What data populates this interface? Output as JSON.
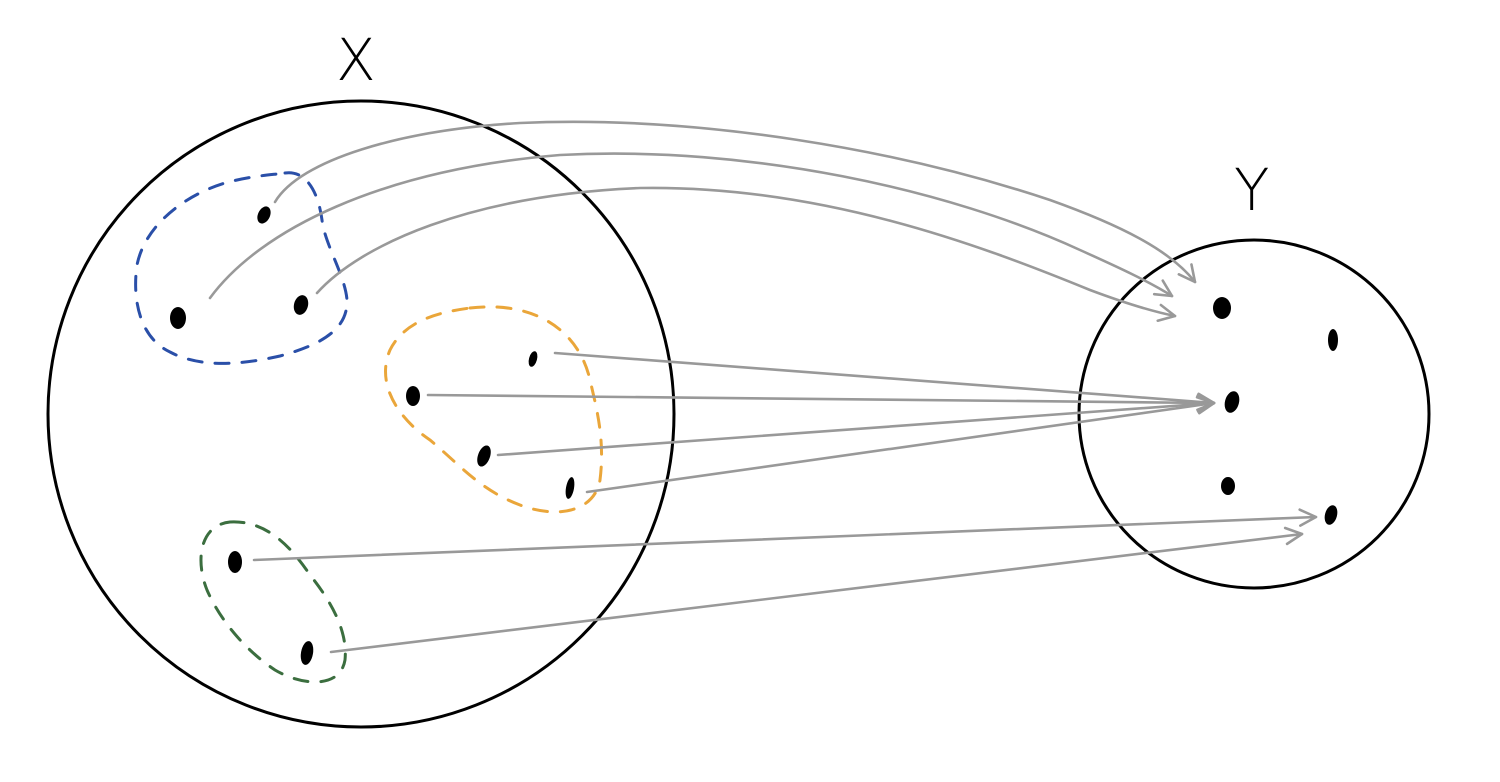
{
  "diagram": {
    "type": "function-mapping",
    "sets": [
      {
        "label": "X",
        "role": "domain"
      },
      {
        "label": "Y",
        "role": "codomain"
      }
    ],
    "colors": {
      "outline": "#000000",
      "arrow": "#999999",
      "cluster_blue": "#2a4fa8",
      "cluster_orange": "#eaa63a",
      "cluster_green": "#3b6e3f"
    },
    "clusters": [
      {
        "color": "blue",
        "points": 3,
        "maps_to": "y1"
      },
      {
        "color": "orange",
        "points": 4,
        "maps_to": "y3"
      },
      {
        "color": "green",
        "points": 2,
        "maps_to": "y5"
      }
    ],
    "codomain_points": 5,
    "arrow_count": 9
  }
}
